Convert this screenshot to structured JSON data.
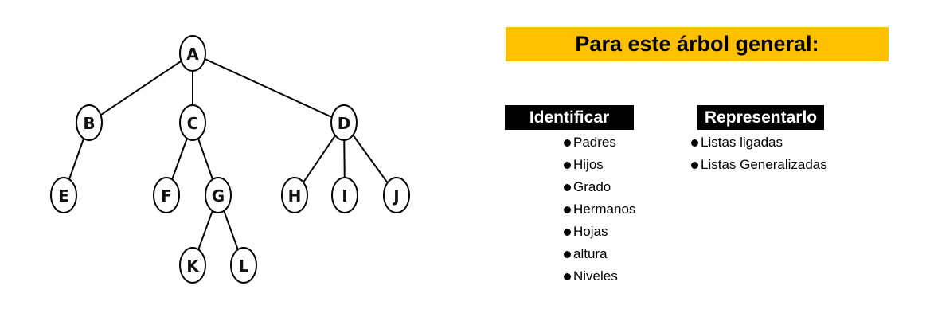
{
  "tree": {
    "nodes": [
      "A",
      "B",
      "C",
      "D",
      "E",
      "F",
      "G",
      "H",
      "I",
      "J",
      "K",
      "L"
    ],
    "edges": [
      [
        "A",
        "B"
      ],
      [
        "A",
        "C"
      ],
      [
        "A",
        "D"
      ],
      [
        "B",
        "E"
      ],
      [
        "C",
        "F"
      ],
      [
        "C",
        "G"
      ],
      [
        "D",
        "H"
      ],
      [
        "D",
        "I"
      ],
      [
        "D",
        "J"
      ],
      [
        "G",
        "K"
      ],
      [
        "G",
        "L"
      ]
    ]
  },
  "banner": {
    "title": "Para este árbol general:"
  },
  "identify": {
    "title": "Identificar",
    "items": [
      "Padres",
      "Hijos",
      "Grado",
      "Hermanos",
      "Hojas",
      "altura",
      "Niveles"
    ]
  },
  "represent": {
    "title": "Representarlo",
    "items": [
      "Listas ligadas",
      "Listas Generalizadas"
    ]
  }
}
